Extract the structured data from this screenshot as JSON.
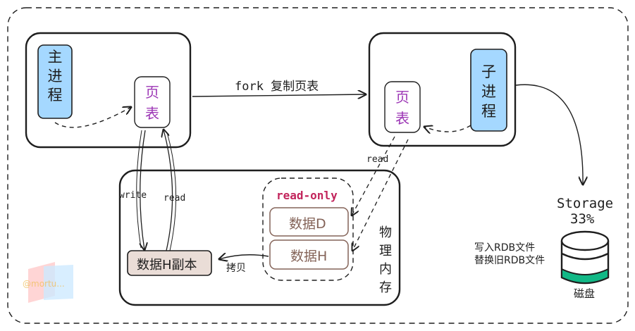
{
  "parent_process": {
    "label": [
      "主",
      "进",
      "程"
    ],
    "color": "#a5d8ff"
  },
  "parent_page_table": {
    "label": [
      "页",
      "表"
    ],
    "color": "#9c36b5"
  },
  "fork_label": "fork 复制页表",
  "child_process": {
    "label": [
      "子",
      "进",
      "程"
    ],
    "color": "#a5d8ff"
  },
  "child_page_table": {
    "label": [
      "页",
      "表"
    ],
    "color": "#9c36b5"
  },
  "memory": {
    "label": [
      "物",
      "理",
      "内",
      "存"
    ],
    "read_only": {
      "label": "read-only",
      "color": "#c2255c"
    },
    "data_d": "数据D",
    "data_h": "数据H",
    "data_h_copy": "数据H副本",
    "copy_label": "拷贝",
    "write_label": "write",
    "read_label_left": "read",
    "read_label_right": "read"
  },
  "storage": {
    "title": "Storage",
    "percent": "33%",
    "disk_label": "磁盘",
    "notes": [
      "写入RDB文件",
      "替换旧RDB文件"
    ],
    "fill_color": "#12b886"
  },
  "watermark": "@mortu..."
}
